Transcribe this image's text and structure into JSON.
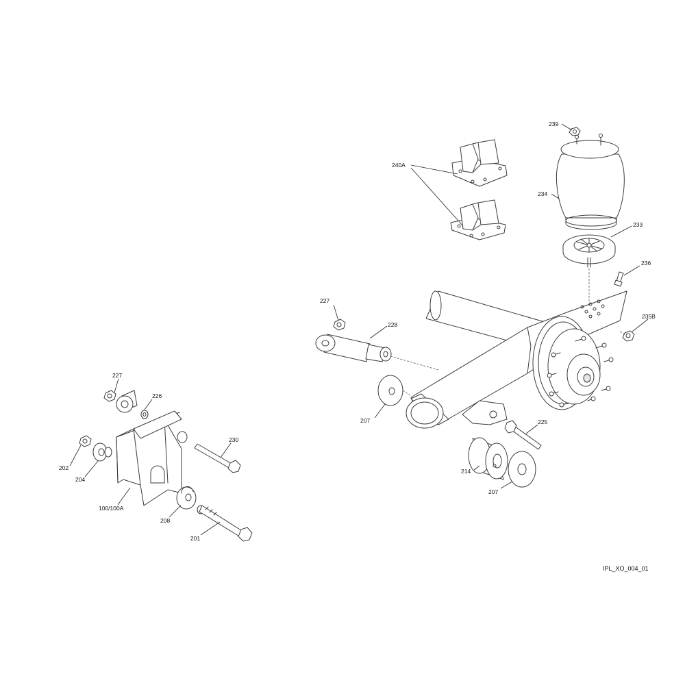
{
  "drawing_id": "IPL_XO_004_01",
  "callouts": {
    "c239": "239",
    "c240A": "240A",
    "c234": "234",
    "c233": "233",
    "c236": "236",
    "c227_right": "227",
    "c228": "228",
    "c235B": "235B",
    "c207_upper": "207",
    "c225": "225",
    "c214": "214",
    "c207_lower": "207",
    "c227_left": "227",
    "c226": "226",
    "c230": "230",
    "c202": "202",
    "c204": "204",
    "c100": "100/100A",
    "c208": "208",
    "c201": "201"
  }
}
